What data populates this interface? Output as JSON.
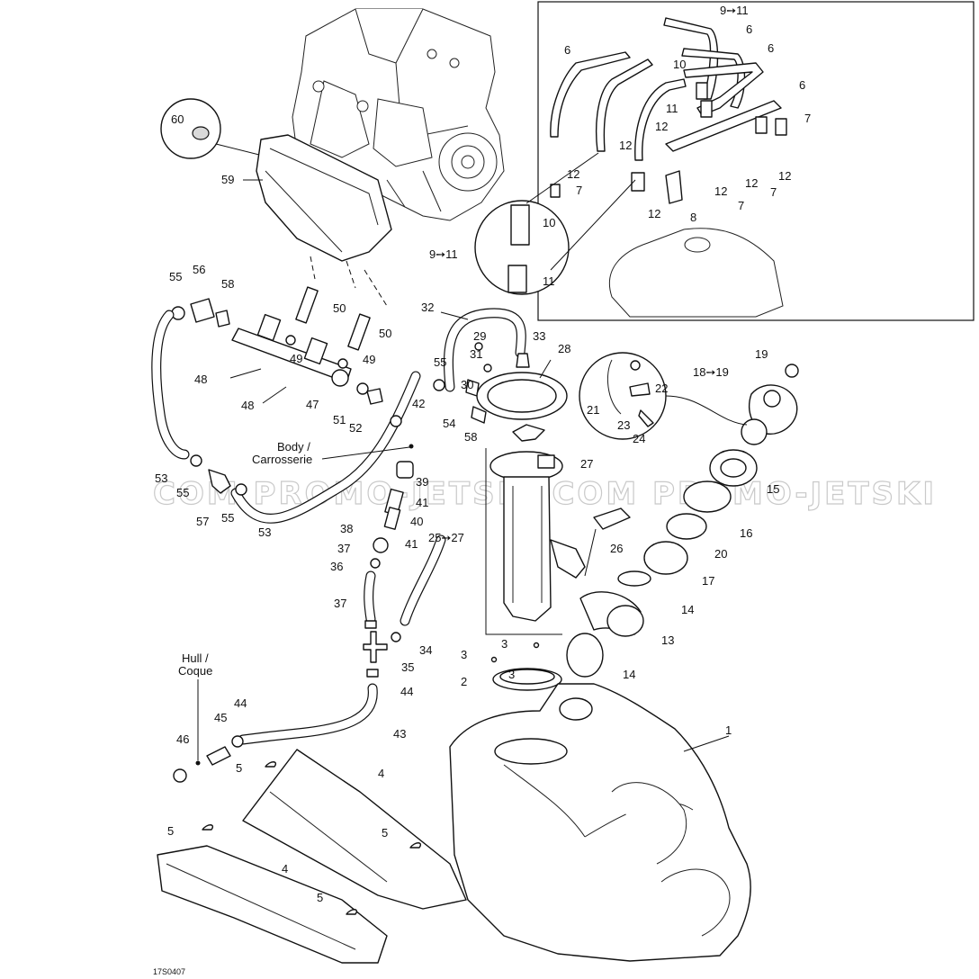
{
  "drawing_code": "17S0407",
  "watermark": "COM PROMO-JETSKI.COM PROMO-JETSKI",
  "text_labels": {
    "body_line1": "Body /",
    "body_line2": "Carrosserie",
    "hull_line1": "Hull /",
    "hull_line2": "Coque"
  },
  "callouts": {
    "n1": "1",
    "n2": "2",
    "n3a": "3",
    "n3b": "3",
    "n3c": "3",
    "n4a": "4",
    "n4b": "4",
    "n5a": "5",
    "n5b": "5",
    "n5c": "5",
    "n5d": "5",
    "n6a": "6",
    "n6b": "6",
    "n6c": "6",
    "n6d": "6",
    "n7a": "7",
    "n7b": "7",
    "n7c": "7",
    "n7d": "7",
    "n8": "8",
    "n9_11a": "9➙11",
    "n9_11b": "9➙11",
    "n10a": "10",
    "n10b": "10",
    "n11a": "11",
    "n11b": "11",
    "n12a": "12",
    "n12b": "12",
    "n12c": "12",
    "n12d": "12",
    "n12e": "12",
    "n12f": "12",
    "n12g": "12",
    "n13": "13",
    "n14a": "14",
    "n14b": "14",
    "n15": "15",
    "n16": "16",
    "n17": "17",
    "n18_19": "18➙19",
    "n19": "19",
    "n20": "20",
    "n21": "21",
    "n22": "22",
    "n23": "23",
    "n24": "24",
    "n25_27": "25➙27",
    "n26": "26",
    "n27": "27",
    "n28": "28",
    "n29": "29",
    "n30": "30",
    "n31": "31",
    "n32": "32",
    "n33": "33",
    "n34": "34",
    "n35": "35",
    "n36": "36",
    "n37a": "37",
    "n37b": "37",
    "n38": "38",
    "n39": "39",
    "n40": "40",
    "n41a": "41",
    "n41b": "41",
    "n42": "42",
    "n43": "43",
    "n44a": "44",
    "n44b": "44",
    "n45": "45",
    "n46": "46",
    "n47": "47",
    "n48a": "48",
    "n48b": "48",
    "n49a": "49",
    "n49b": "49",
    "n50a": "50",
    "n50b": "50",
    "n51": "51",
    "n52": "52",
    "n53": "53",
    "n54": "54",
    "n55a": "55",
    "n55b": "55",
    "n55c": "55",
    "n55d": "55",
    "n56": "56",
    "n57": "57",
    "n58a": "58",
    "n58b": "58",
    "n59": "59",
    "n60": "60"
  }
}
